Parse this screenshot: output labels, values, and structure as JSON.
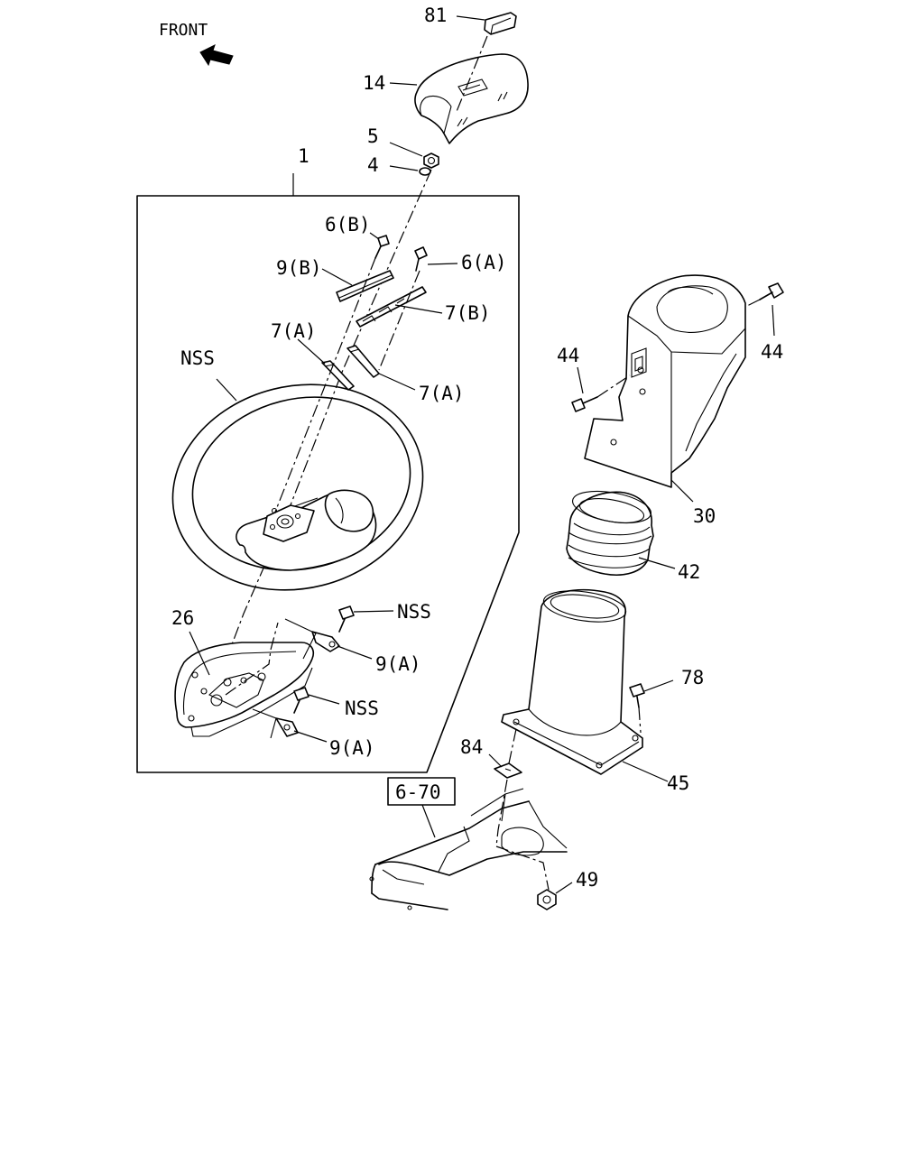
{
  "diagram": {
    "orientation_label": "FRONT",
    "reference_box": "6-70",
    "callouts": {
      "c81": "81",
      "c14": "14",
      "c5": "5",
      "c4": "4",
      "c1": "1",
      "c6b": "6(B)",
      "c9b": "9(B)",
      "c6a": "6(A)",
      "c7b": "7(B)",
      "c7a_left": "7(A)",
      "c7a_right": "7(A)",
      "nss_wheel": "NSS",
      "c26": "26",
      "nss_screw1": "NSS",
      "c9a_1": "9(A)",
      "nss_screw2": "NSS",
      "c9a_2": "9(A)",
      "c44_left": "44",
      "c44_right": "44",
      "c30": "30",
      "c42": "42",
      "c78": "78",
      "c84": "84",
      "c45": "45",
      "c49": "49"
    }
  }
}
